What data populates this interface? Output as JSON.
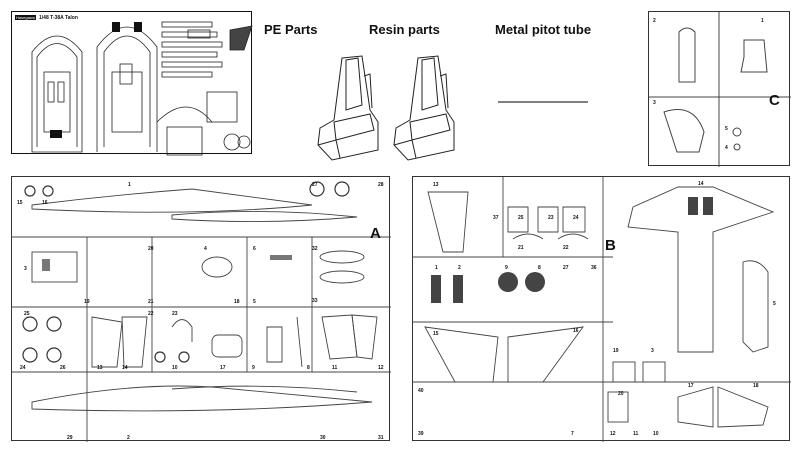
{
  "headings": {
    "pe_parts": "PE Parts",
    "resin_parts": "Resin parts",
    "metal_pitot": "Metal pitot tube"
  },
  "pe_sheet": {
    "title": "1/48 T-38A Talon",
    "brand": "Hasegawa"
  },
  "sprues": {
    "a_letter": "A",
    "b_letter": "B",
    "c_letter": "C"
  },
  "colors": {
    "ink": "#111111",
    "pe_bg": "#ffffff",
    "line": "#444444"
  }
}
